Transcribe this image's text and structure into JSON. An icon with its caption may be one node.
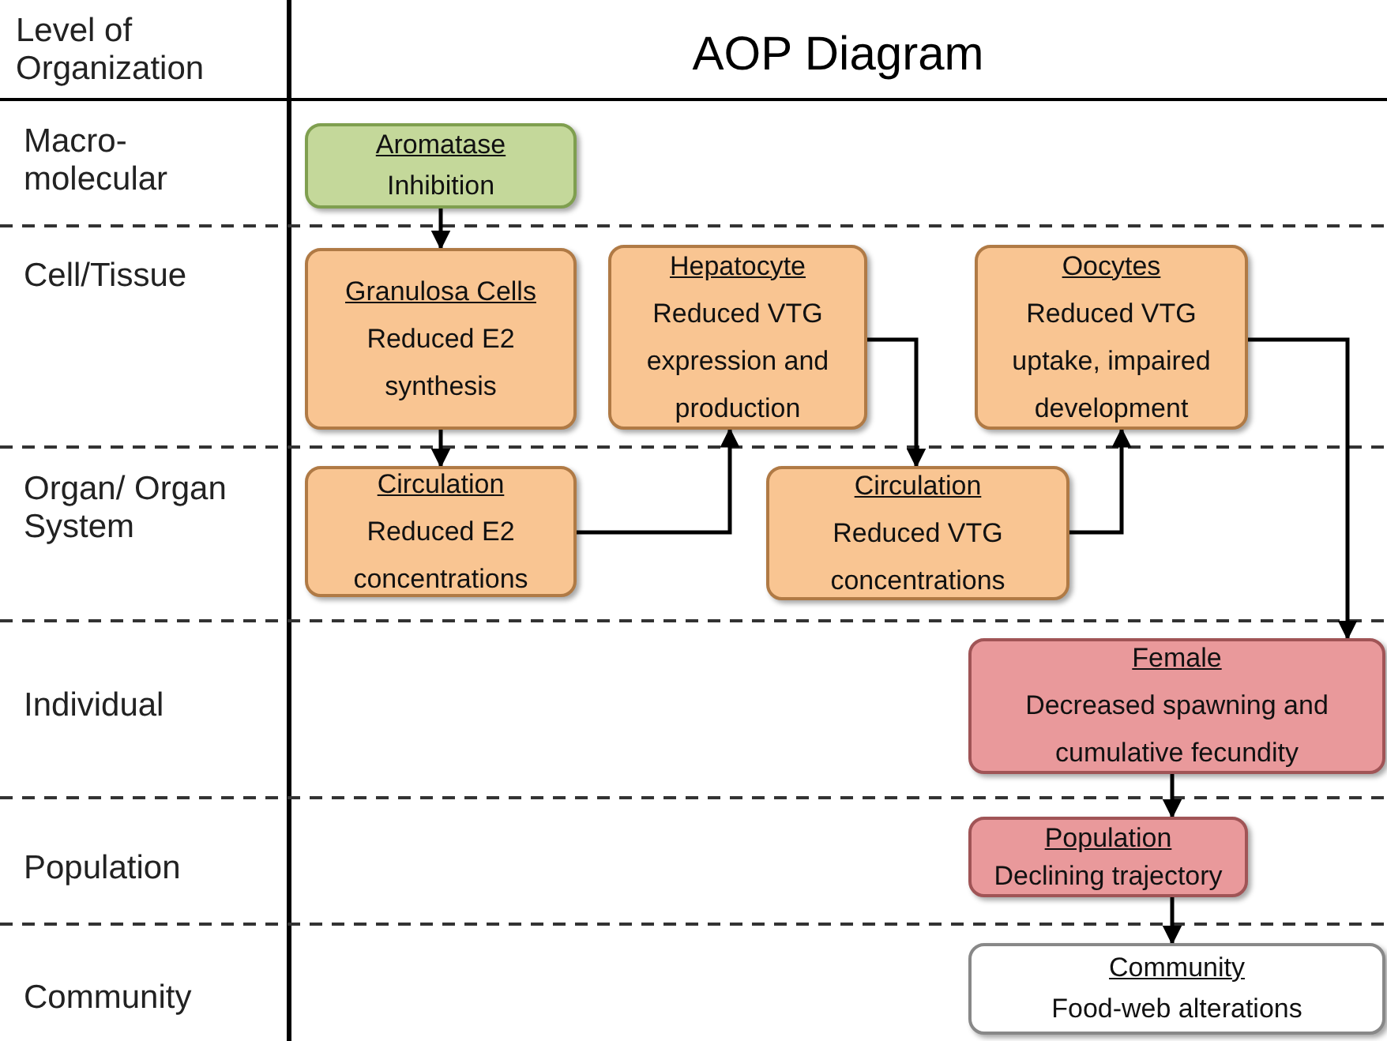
{
  "diagram": {
    "title": "AOP Diagram",
    "nodes": [
      {
        "text": [
          "Aromatase",
          "Inhibition"
        ]
      },
      {
        "text": [
          "Granulosa Cells",
          "Reduced E2 synthesis"
        ]
      },
      {
        "text": [
          "Hepatocyte",
          "Reduced VTG expression and production"
        ]
      },
      {
        "text": [
          "Oocytes",
          "Reduced VTG uptake, impaired development"
        ]
      },
      {
        "text": [
          "Circulation",
          "Reduced E2 concentrations"
        ]
      },
      {
        "text": [
          "Circulation",
          "Reduced VTG concentrations"
        ]
      },
      {
        "text": [
          "Female",
          "Decreased spawning and cumulative fecundity"
        ]
      },
      {
        "text": [
          "Population",
          "Declining trajectory"
        ]
      },
      {
        "text": [
          "Community",
          "Food-web alterations"
        ]
      }
    ],
    "edges": [
      {
        "from": 0,
        "to": 1,
        "arrow": "to"
      },
      {
        "from": 1,
        "to": 4,
        "arrow": "to"
      },
      {
        "from": 4,
        "to": 2,
        "arrow": "to"
      },
      {
        "from": 2,
        "to": 5,
        "arrow": "to"
      },
      {
        "from": 5,
        "to": 3,
        "arrow": "to"
      },
      {
        "from": 3,
        "to": 6,
        "arrow": "to"
      },
      {
        "from": 6,
        "to": 7,
        "arrow": "to"
      },
      {
        "from": 7,
        "to": 8,
        "arrow": "to"
      }
    ],
    "labels": [
      "Level of Organization",
      "Macro-molecular",
      "Cell/Tissue",
      "Organ/ Organ System",
      "Individual",
      "Population",
      "Community"
    ]
  }
}
